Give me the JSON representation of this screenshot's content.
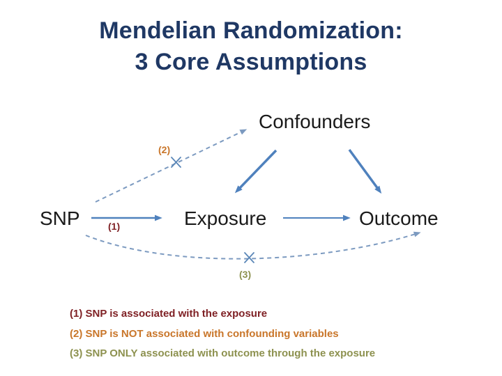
{
  "title": {
    "line1": "Mendelian Randomization:",
    "line2": "3 Core Assumptions"
  },
  "diagram": {
    "nodes": {
      "snp": "SNP",
      "exposure": "Exposure",
      "outcome": "Outcome",
      "confounders": "Confounders"
    },
    "edge_labels": {
      "one": "(1)",
      "two": "(2)",
      "three": "(3)"
    }
  },
  "assumptions": [
    "(1) SNP is associated with the exposure",
    "(2) SNP is NOT associated with confounding variables",
    "(3) SNP ONLY associated with outcome through the exposure"
  ],
  "colors": {
    "title": "#1F3864",
    "node_text": "#1A1A1A",
    "solid_arrow": "#4F81BD",
    "dashed_arrow": "#7C9AC0",
    "x_mark": "#5B87B8",
    "assumption_1": "#7F2125",
    "assumption_2": "#C9762A",
    "assumption_3": "#8D914F"
  }
}
